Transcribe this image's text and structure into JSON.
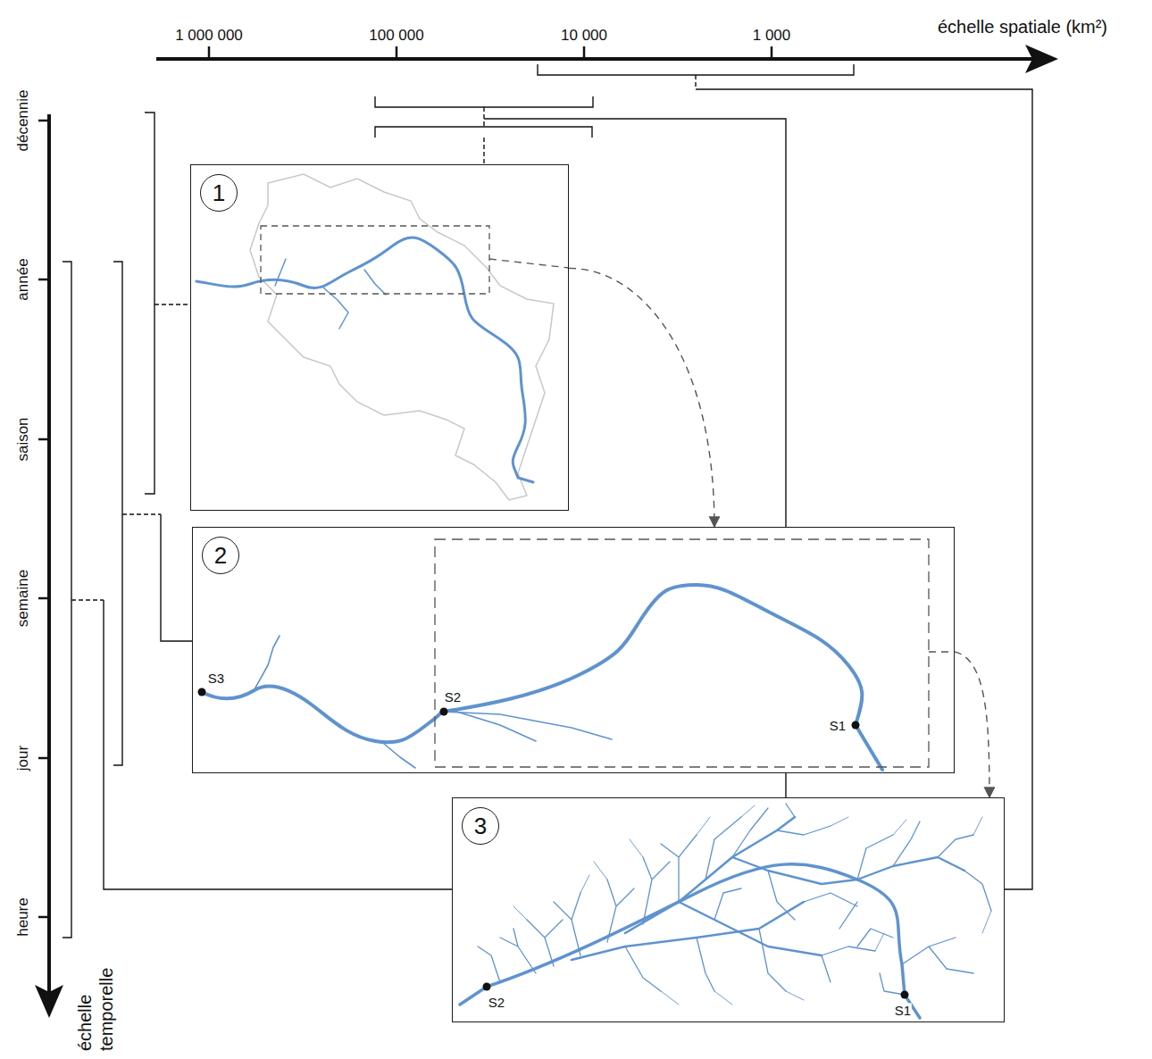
{
  "diagram": {
    "nodes": [
      {
        "text": [
          "1"
        ]
      },
      {
        "text": [
          "2"
        ]
      },
      {
        "text": [
          "3"
        ]
      }
    ],
    "edges": [
      {
        "from": 0,
        "to": 1,
        "arrow": "to"
      },
      {
        "from": 1,
        "to": 2,
        "arrow": "to"
      }
    ],
    "labels": [
      "échelle spatiale (km²)",
      "1 000 000",
      "100 000",
      "10 000",
      "1 000",
      "décennie",
      "année",
      "saison",
      "semaine",
      "jour",
      "heure",
      "échelle temporelle",
      "S3",
      "S2",
      "S1",
      "S2",
      "S1"
    ]
  }
}
